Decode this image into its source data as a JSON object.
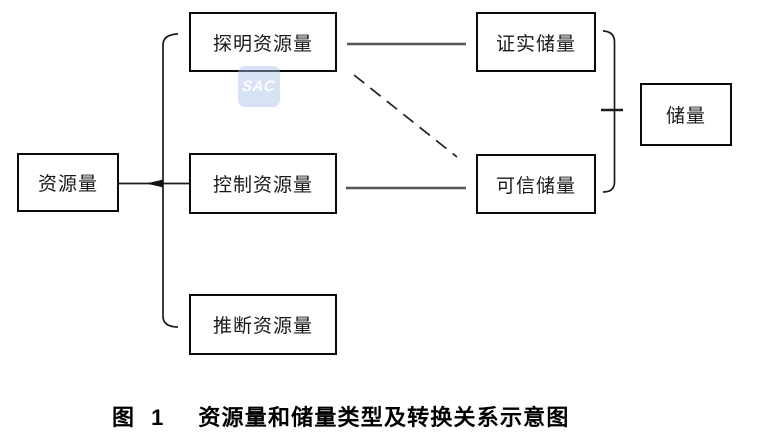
{
  "figure": {
    "caption_prefix": "图 1",
    "caption_title": "资源量和储量类型及转换关系示意图"
  },
  "nodes": [
    {
      "id": "resource",
      "label": "资源量"
    },
    {
      "id": "proved_resource",
      "label": "探明资源量"
    },
    {
      "id": "controlled_resource",
      "label": "控制资源量"
    },
    {
      "id": "inferred_resource",
      "label": "推断资源量"
    },
    {
      "id": "proved_reserve",
      "label": "证实储量"
    },
    {
      "id": "probable_reserve",
      "label": "可信储量"
    },
    {
      "id": "reserve",
      "label": "储量"
    }
  ],
  "edges": [
    {
      "from": "resource",
      "to": [
        "proved_resource",
        "controlled_resource",
        "inferred_resource"
      ],
      "style": "curly-brace"
    },
    {
      "from": "proved_resource",
      "to": "proved_reserve",
      "style": "solid"
    },
    {
      "from": "controlled_resource",
      "to": "probable_reserve",
      "style": "solid"
    },
    {
      "from": "proved_resource",
      "to": "probable_reserve",
      "style": "dashed"
    },
    {
      "from": [
        "proved_reserve",
        "probable_reserve"
      ],
      "to": "reserve",
      "style": "bracket"
    }
  ],
  "watermark": {
    "text": "SAC",
    "bg_color": "#a7c0e6",
    "text_color": "#ffffff"
  },
  "colors": {
    "box_border": "#0a0a0a",
    "connector_gray": "#555555",
    "line_black": "#1c1c1c",
    "background": "#ffffff",
    "caption_text": "#000000"
  }
}
